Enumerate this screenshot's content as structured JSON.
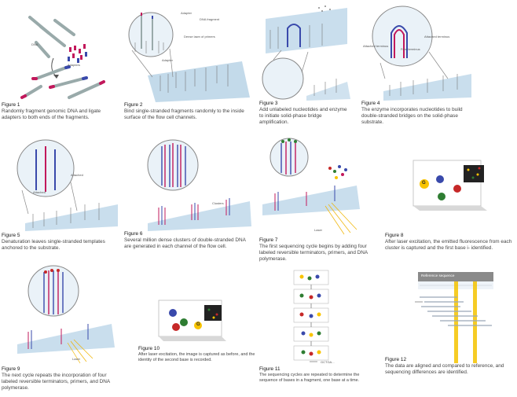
{
  "figures": [
    {
      "id": "1",
      "label": "Figure 1",
      "text": "Randomly fragment genomic DNA and ligate adapters to both ends of the fragments.",
      "annotations": [
        "DNA",
        "Adapters"
      ]
    },
    {
      "id": "2",
      "label": "Figure 2",
      "text": "Bind single-stranded fragments randomly to the inside surface of the flow cell channels.",
      "annotations": [
        "Adapter",
        "DNA fragment",
        "Dense lawn of primers",
        "Adapter"
      ]
    },
    {
      "id": "3",
      "label": "Figure 3",
      "text": "Add unlabeled nucleotides and enzyme to initiate solid-phase bridge amplification.",
      "annotations": []
    },
    {
      "id": "4",
      "label": "Figure 4",
      "text": "The enzyme incorporates nucleotides to build double-stranded bridges on the solid-phase substrate.",
      "annotations": [
        "Attached terminus",
        "Free terminus",
        "Attached terminus"
      ]
    },
    {
      "id": "5",
      "label": "Figure 5",
      "text": "Denaturation leaves single-stranded templates anchored to the substrate.",
      "annotations": [
        "Attached",
        "Attached"
      ]
    },
    {
      "id": "6",
      "label": "Figure 6",
      "text": "Several million dense clusters of double-stranded DNA are generated in each channel of the flow cell.",
      "annotations": [
        "Clusters"
      ]
    },
    {
      "id": "7",
      "label": "Figure 7",
      "text": "The first sequencing cycle begins by adding four labeled reversible terminators, primers, and DNA polymerase.",
      "annotations": [
        "Laser"
      ]
    },
    {
      "id": "8",
      "label": "Figure 8",
      "text": "After laser excitation, the emitted fluorescence from each cluster is captured and the first base i- identified.",
      "annotations": [
        "G"
      ]
    },
    {
      "id": "9",
      "label": "Figure 9",
      "text": "The next cycle repeats the incorporation of four labeled reversible terminators, primers, and DNA polymerase.",
      "annotations": [
        "Laser"
      ]
    },
    {
      "id": "10",
      "label": "Figure 10",
      "text": "After laser excitation, the image is captured as before, and the identity of the second base is recorded.",
      "annotations": [
        "G"
      ]
    },
    {
      "id": "11",
      "label": "Figure 11",
      "text": "The sequencing cycles are repeated to determine the sequence of bases in a fragment, one base at a time.",
      "annotations": [
        "GCTGA..."
      ]
    },
    {
      "id": "12",
      "label": "Figure 12",
      "text": "The data are aligned and compared to reference, and sequencing differences are identified.",
      "annotations": [
        "Reference sequence"
      ]
    }
  ],
  "colors": {
    "flowcell": "#bcd6e8",
    "magenta": "#c2185b",
    "blue": "#3949ab",
    "green": "#2e7d32",
    "red": "#c62828",
    "yellow": "#f9c400",
    "laser": "#f0b400"
  }
}
